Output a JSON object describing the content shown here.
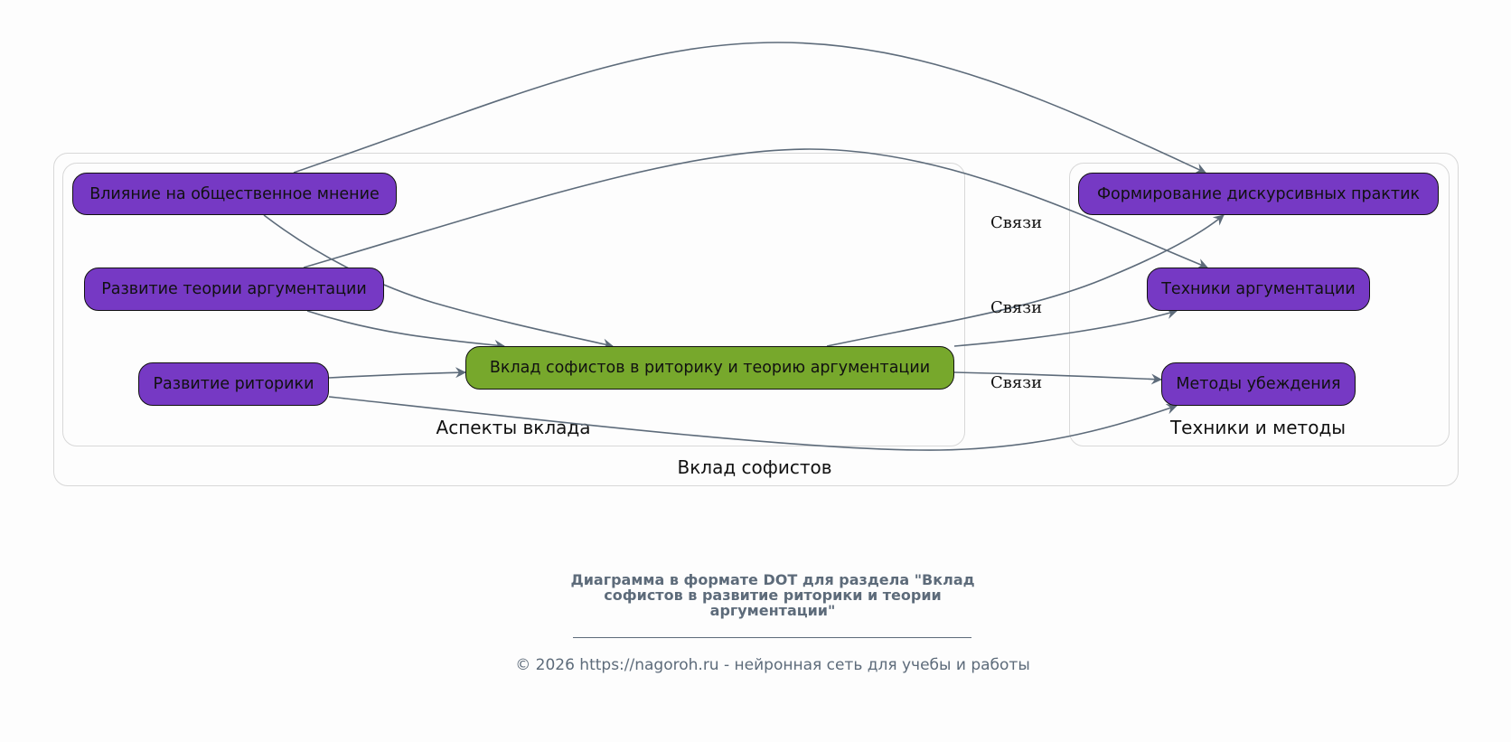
{
  "diagram": {
    "clusters": {
      "outer": "Вклад софистов",
      "aspects": "Аспекты вклада",
      "techniques": "Техники и методы"
    },
    "nodes": {
      "influence": "Влияние на общественное мнение",
      "argument_theory_dev": "Развитие теории аргументации",
      "rhetoric_dev": "Развитие риторики",
      "central": "Вклад софистов в риторику и теорию аргументации",
      "discursive": "Формирование дискурсивных практик",
      "arg_techniques": "Техники аргументации",
      "persuasion": "Методы убеждения"
    },
    "edge_labels": [
      "Связи",
      "Связи",
      "Связи"
    ],
    "edges": [
      {
        "from": "influence",
        "to": "discursive"
      },
      {
        "from": "argument_theory_dev",
        "to": "arg_techniques"
      },
      {
        "from": "influence",
        "to": "central"
      },
      {
        "from": "argument_theory_dev",
        "to": "central"
      },
      {
        "from": "rhetoric_dev",
        "to": "central"
      },
      {
        "from": "rhetoric_dev",
        "to": "persuasion"
      },
      {
        "from": "central",
        "to": "discursive"
      },
      {
        "from": "central",
        "to": "arg_techniques"
      },
      {
        "from": "central",
        "to": "persuasion"
      }
    ],
    "colors": {
      "node_purple": "#7639c4",
      "node_green": "#77a82c",
      "edge": "#5d6b7a",
      "cluster_border": "#d8d8d8"
    }
  },
  "footer": {
    "title_line1": "Диаграмма в формате DOT для раздела \"Вклад",
    "title_line2": "софистов в развитие риторики и теории",
    "title_line3": "аргументации\"",
    "copyright": "© 2026 https://nagoroh.ru - нейронная сеть для учебы и работы"
  }
}
